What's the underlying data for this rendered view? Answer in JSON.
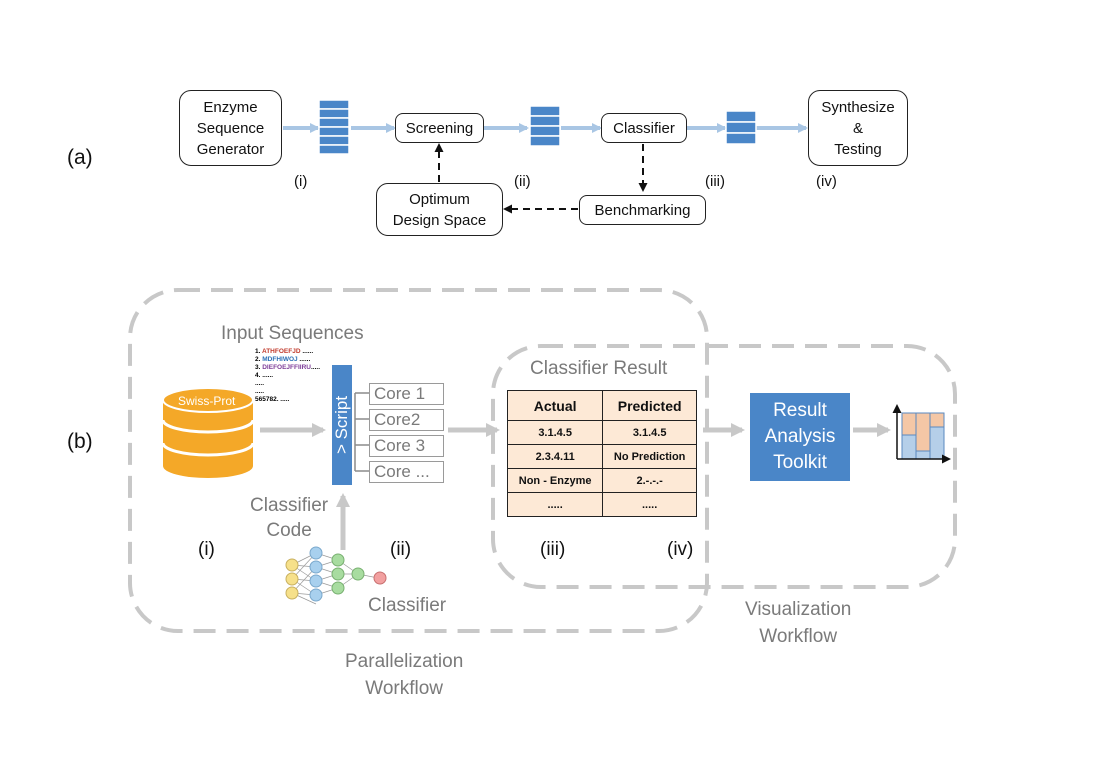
{
  "panel_a": {
    "label": "(a)",
    "generator": "Enzyme\nSequence\nGenerator",
    "screening": "Screening",
    "classifier": "Classifier",
    "synthesize": "Synthesize\n&\nTesting",
    "optimum": "Optimum\nDesign Space",
    "benchmarking": "Benchmarking",
    "step_i": "(i)",
    "step_ii": "(ii)",
    "step_iii": "(iii)",
    "step_iv": "(iv)"
  },
  "panel_b": {
    "label": "(b)",
    "input_sequences": "Input Sequences",
    "sequences": [
      {
        "num": "1.",
        "seq": "ATHFOEFJD",
        "tail": " ......"
      },
      {
        "num": "2.",
        "seq": "MDFHIWOJ",
        "tail": " ......"
      },
      {
        "num": "3.",
        "seq": "DIEFOEJFFIIRU",
        "tail": "....."
      },
      {
        "num": "4.",
        "seq": "",
        "tail": " ......"
      },
      {
        "num": ".....",
        "seq": "",
        "tail": ""
      },
      {
        "num": ".....",
        "seq": "",
        "tail": ""
      },
      {
        "num": "565782.",
        "seq": "",
        "tail": " ....."
      }
    ],
    "swissprot": "Swiss-Prot",
    "script": "> Script",
    "cores": [
      "Core 1",
      "Core2",
      "Core 3",
      "Core ..."
    ],
    "classifier_code": "Classifier\nCode",
    "classifier": "Classifier",
    "classifier_result": "Classifier Result",
    "table": {
      "headers": [
        "Actual",
        "Predicted"
      ],
      "rows": [
        [
          "3.1.4.5",
          "3.1.4.5"
        ],
        [
          "2.3.4.11",
          "No Prediction"
        ],
        [
          "Non - Enzyme",
          "2.-.-.-"
        ],
        [
          ".....",
          "....."
        ]
      ]
    },
    "toolkit": "Result\nAnalysis\nToolkit",
    "step_i": "(i)",
    "step_ii": "(ii)",
    "step_iii": "(iii)",
    "step_iv": "(iv)",
    "visualization_workflow": "Visualization\nWorkflow",
    "parallelization_workflow": "Parallelization\nWorkflow"
  },
  "colors": {
    "flow_arrow": "#a9c6e4",
    "stack_blue": "#4a86c8",
    "swissprot_orange": "#f4a828",
    "script_blue": "#4a86c8",
    "table_fill": "#fde9d6",
    "workflow_gray": "#c8c8c8",
    "bar_orange": "#f4c7a6",
    "bar_blue": "#b5cfe9"
  },
  "icons": [
    "database-icon",
    "neural-network-icon",
    "stacked-bar-chart-icon",
    "queue-stack-icon"
  ]
}
